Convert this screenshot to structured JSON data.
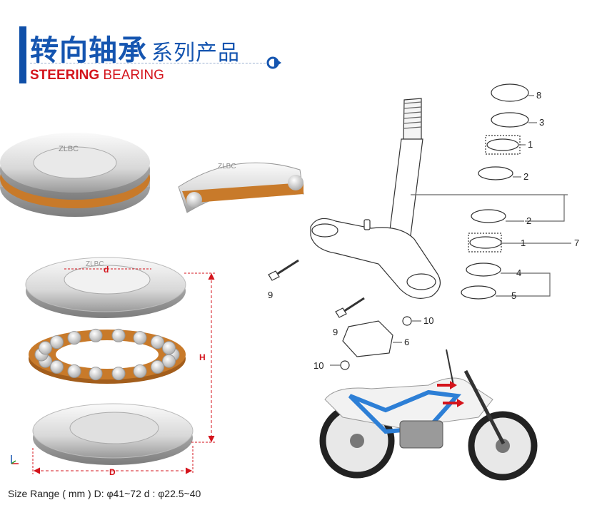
{
  "header": {
    "title_cn": "转向轴承",
    "title_cn_sub": "系列产品",
    "title_en_bold": "STEERING",
    "title_en_rest": " BEARING"
  },
  "product": {
    "brand_engraving": "ZLBC",
    "dimension_labels": {
      "inner": "d",
      "height": "H",
      "outer": "D"
    }
  },
  "diagram": {
    "callouts": [
      "8",
      "3",
      "1",
      "2",
      "2",
      "1",
      "7",
      "4",
      "5",
      "9",
      "9",
      "10",
      "6",
      "10"
    ]
  },
  "footer": {
    "size_range": "Size Range ( mm ) D: φ41~72 d : φ22.5~40"
  },
  "colors": {
    "brand_blue": "#1555b0",
    "accent_red": "#d4141c",
    "bronze_cage": "#c87a2a",
    "bike_frame_blue": "#2d7fd6"
  }
}
